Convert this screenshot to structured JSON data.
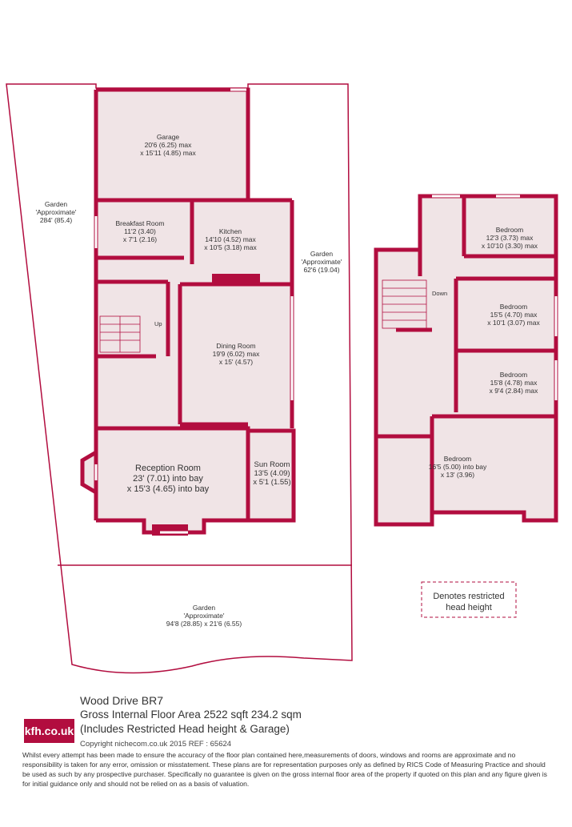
{
  "rooms": {
    "garage": {
      "name": "Garage",
      "dim1": "20'6 (6.25) max",
      "dim2": "x 15'11 (4.85) max"
    },
    "garden_left": {
      "name": "Garden",
      "dim1": "'Approximate'",
      "dim2": "284' (85.4)"
    },
    "breakfast": {
      "name": "Breakfast Room",
      "dim1": "11'2 (3.40)",
      "dim2": "x 7'1 (2.16)"
    },
    "kitchen": {
      "name": "Kitchen",
      "dim1": "14'10 (4.52) max",
      "dim2": "x 10'5 (3.18) max"
    },
    "garden_right": {
      "name": "Garden",
      "dim1": "'Approximate'",
      "dim2": "62'6 (19.04)"
    },
    "dining": {
      "name": "Dining Room",
      "dim1": "19'9 (6.02) max",
      "dim2": "x 15' (4.57)"
    },
    "reception": {
      "name": "Reception Room",
      "dim1": "23' (7.01) into bay",
      "dim2": "x 15'3 (4.65) into bay"
    },
    "sun": {
      "name": "Sun Room",
      "dim1": "13'5 (4.09)",
      "dim2": "x 5'1 (1.55)"
    },
    "garden_bottom": {
      "name": "Garden",
      "dim1": "'Approximate'",
      "dim2": "94'8 (28.85) x 21'6 (6.55)"
    },
    "bed1": {
      "name": "Bedroom",
      "dim1": "12'3 (3.73) max",
      "dim2": "x 10'10 (3.30) max"
    },
    "bed2": {
      "name": "Bedroom",
      "dim1": "15'5 (4.70) max",
      "dim2": "x 10'1 (3.07) max"
    },
    "bed3": {
      "name": "Bedroom",
      "dim1": "15'8 (4.78) max",
      "dim2": "x 9'4 (2.84) max"
    },
    "bed4": {
      "name": "Bedroom",
      "dim1": "16'5 (5.00) into bay",
      "dim2": "x 13' (3.96)"
    }
  },
  "stairs": {
    "up": "Up",
    "down": "Down"
  },
  "legend": {
    "line1": "Denotes restricted",
    "line2": "head height"
  },
  "title": {
    "address": "Wood Drive  BR7",
    "area": "Gross Internal Floor Area  2522  sqft 234.2 sqm",
    "note": "(Includes Restricted Head height & Garage)"
  },
  "copyright": "Copyright nichecom.co.uk 2015 REF : 65624",
  "logo": "kfh.co.uk",
  "disclaimer": "Whilst every attempt has been made to ensure the accuracy of the floor plan contained here,measurements of doors, windows and rooms are approximate and no responsibility is taken for any error, omission or misstatement. These plans are for representation purposes only as defined by RICS Code of Measuring Practice and should be used as such by any prospective purchaser.  Specifically no guarantee is given on the gross internal floor area of the property if quoted on this plan and any figure given is for initial guidance only and should not be relied on as a basis of valuation.",
  "colors": {
    "wall": "#b20d3f",
    "floor": "#f0e4e6",
    "garden": "#ffffff"
  }
}
